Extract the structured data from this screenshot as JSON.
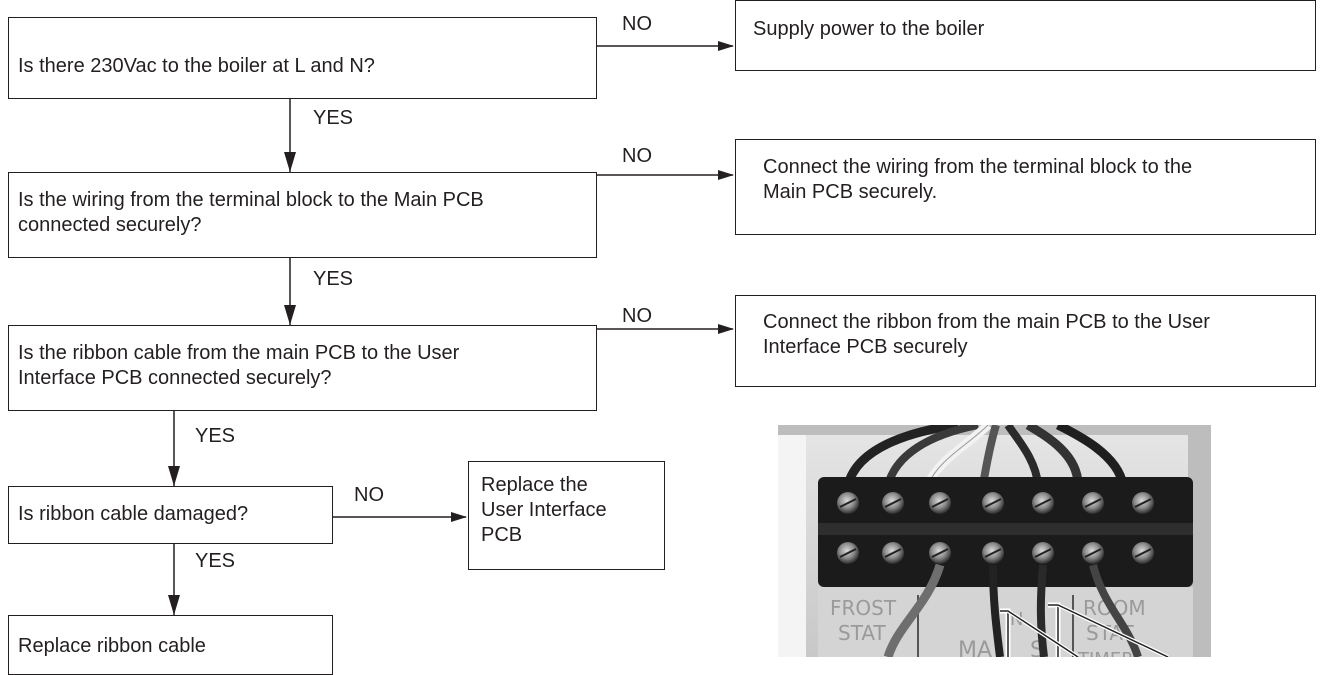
{
  "flow": {
    "q1": "Is there 230Vac to the boiler at L and N?",
    "a1": "Supply power to the boiler",
    "q2": "Is the wiring from the terminal block to the Main PCB\nconnected securely?",
    "a2": "Connect the wiring from the terminal block to the\nMain PCB securely.",
    "q3": "Is the ribbon cable from the main PCB to the User\nInterface PCB connected securely?",
    "a3": "Connect the ribbon from the main PCB to the User\nInterface PCB securely",
    "q4": "Is ribbon cable damaged?",
    "a4": "Replace the\nUser Interface\nPCB",
    "end": "Replace ribbon cable"
  },
  "labels": {
    "no1": "NO",
    "yes1": "YES",
    "no2": "NO",
    "yes2": "YES",
    "no3": "NO",
    "yes3": "YES",
    "no4": "NO",
    "yes4": "YES"
  },
  "photo": {
    "texts": [
      "FROST",
      "STAT",
      "MA",
      "N",
      "S",
      "ROOM",
      "STAT",
      "TIMER"
    ]
  }
}
